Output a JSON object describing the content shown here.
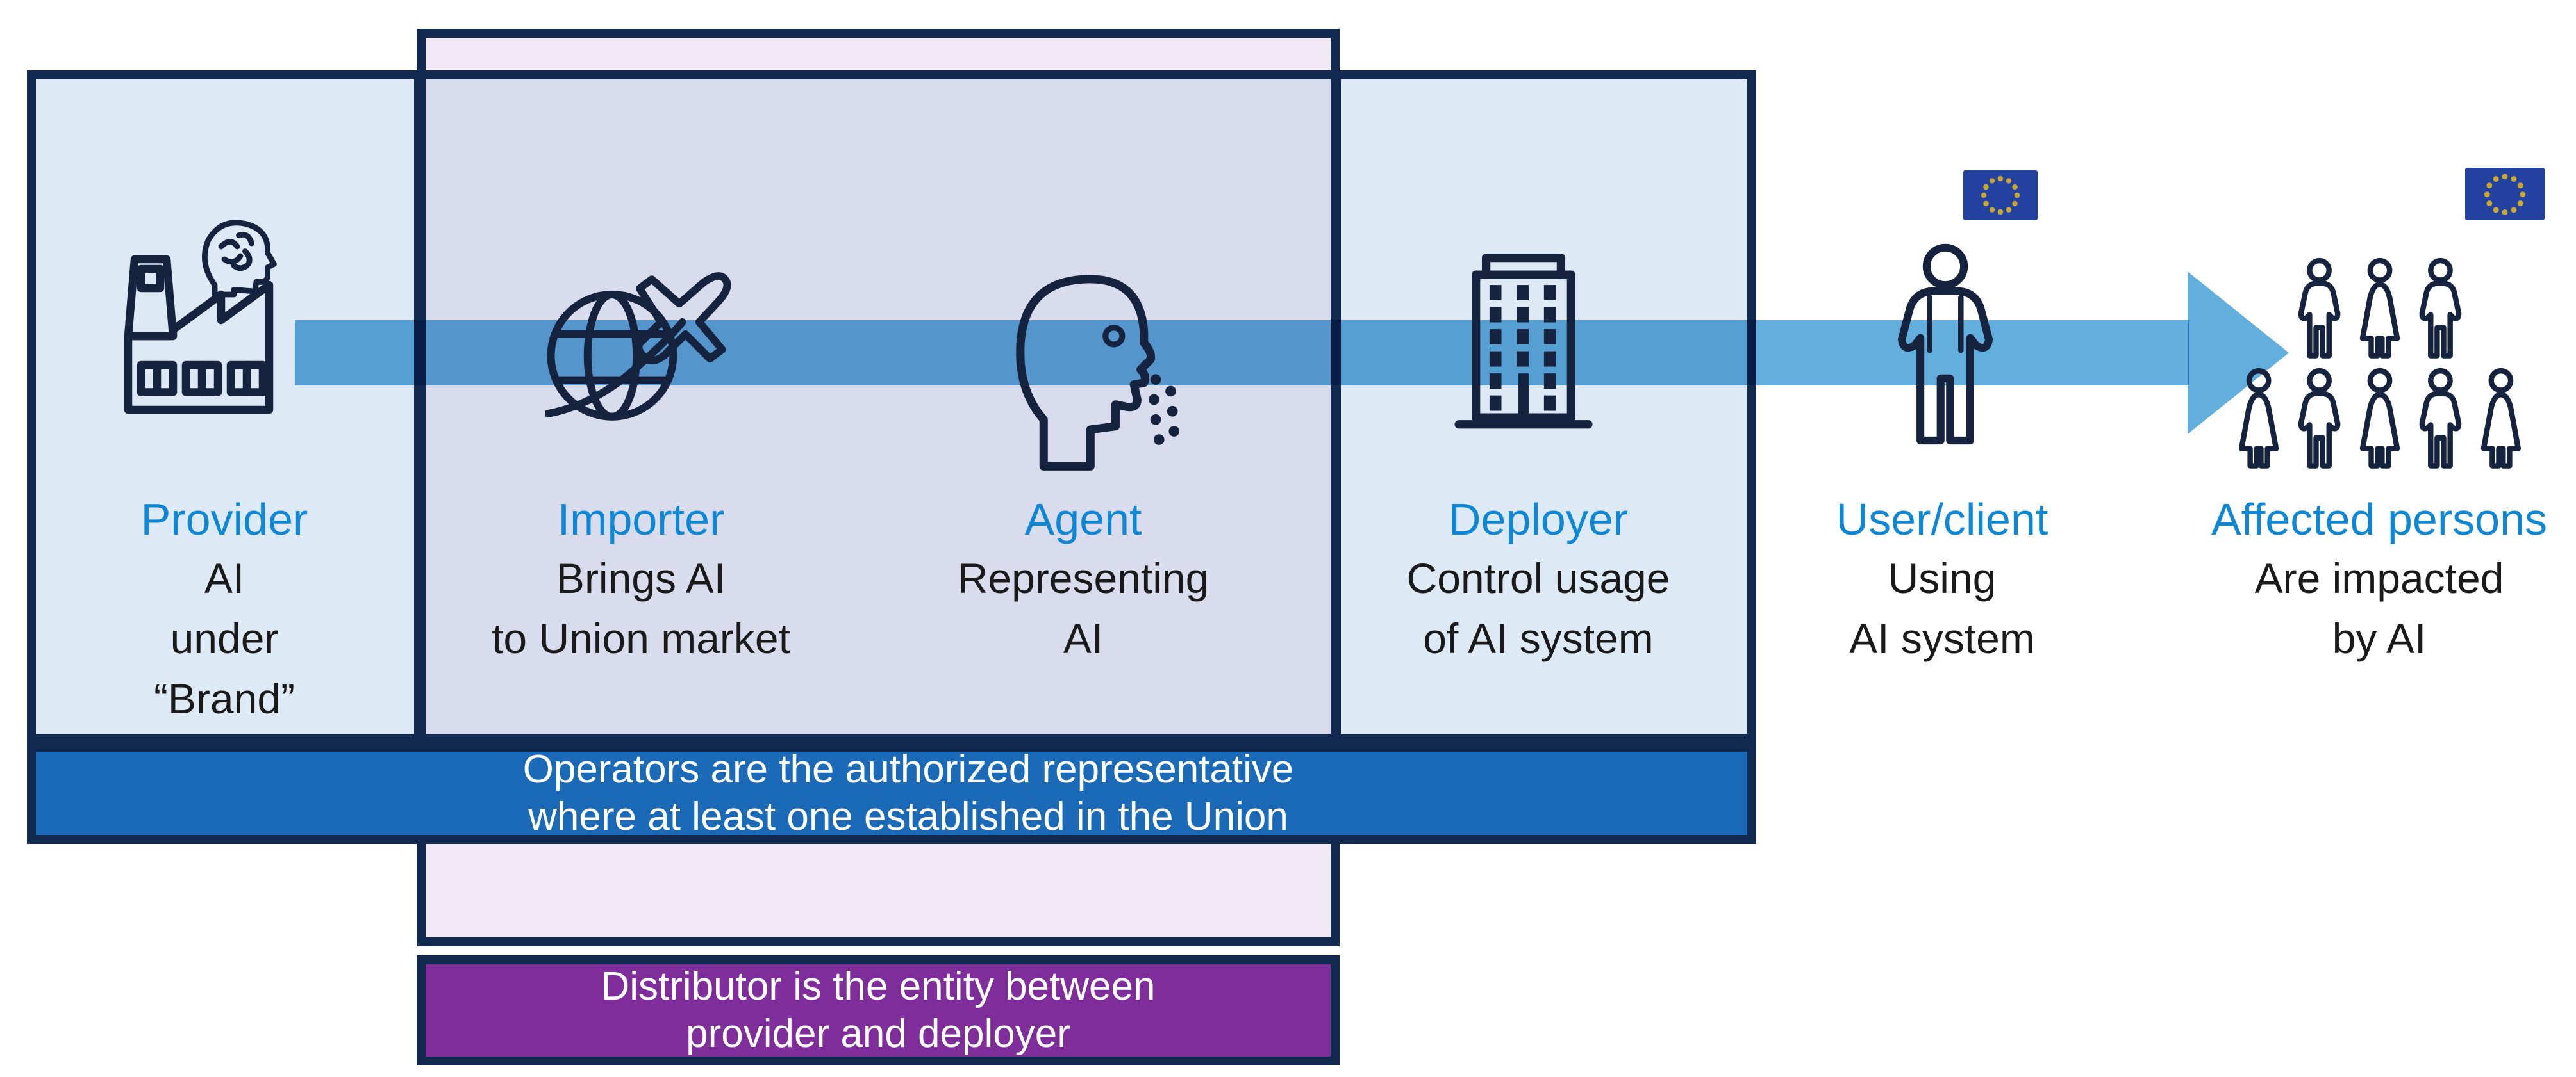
{
  "diagram": {
    "title_semantics": "EU AI Act value chain roles",
    "columns": [
      {
        "id": "provider",
        "title": "Provider",
        "lines": [
          "AI",
          "under",
          "“Brand”"
        ],
        "icon": "factory-ai-icon",
        "eu_flag": false
      },
      {
        "id": "importer",
        "title": "Importer",
        "lines": [
          "Brings AI",
          "to Union market"
        ],
        "icon": "globe-plane-icon",
        "eu_flag": false
      },
      {
        "id": "agent",
        "title": "Agent",
        "lines": [
          "Representing",
          "AI"
        ],
        "icon": "head-profile-icon",
        "eu_flag": false
      },
      {
        "id": "deployer",
        "title": "Deployer",
        "lines": [
          "Control usage",
          "of AI system"
        ],
        "icon": "office-building-icon",
        "eu_flag": false
      },
      {
        "id": "user",
        "title": "User/client",
        "lines": [
          "Using",
          "AI system"
        ],
        "icon": "person-icon",
        "eu_flag": true
      },
      {
        "id": "affected",
        "title": "Affected persons",
        "lines": [
          "Are impacted",
          "by AI"
        ],
        "icon": "people-group-icon",
        "eu_flag": true
      }
    ],
    "banners": {
      "operators": {
        "line1": "Operators are the authorized representative",
        "line2": "where at least one established in the Union"
      },
      "distributor": {
        "line1": "Distributor is the entity between",
        "line2": "provider and deployer"
      }
    },
    "colors": {
      "title_blue": "#0d87d6",
      "border_navy": "#132a50",
      "box_light_blue": "#dde9f5",
      "box_lavender": "#d9dcec",
      "box_pink": "#f1e9f5",
      "operators_banner_blue": "#1b6ab7",
      "distributor_banner_purple": "#7e2d9b",
      "arrow_blue": "#62aedc",
      "eu_flag_blue": "#2341a0",
      "eu_star_gold": "#c8a832",
      "icon_ink": "#16233f",
      "body_text": "#1a1a1a"
    }
  }
}
